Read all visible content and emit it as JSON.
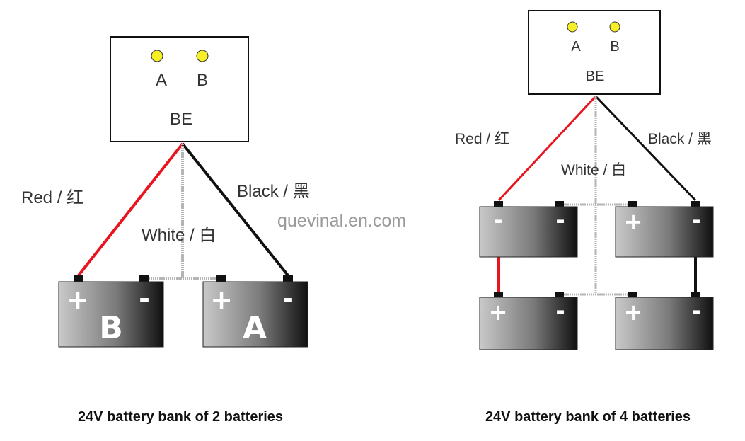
{
  "watermark": "quevinal.en.com",
  "colors": {
    "red_wire": "#e8141e",
    "black_wire": "#111111",
    "white_wire": "#b5b5b5",
    "led": "#f6ee27",
    "battery_light": "#c9c9c9",
    "battery_dark": "#101010"
  },
  "diagram_2": {
    "device": {
      "led_a": "A",
      "led_b": "B",
      "name": "BE"
    },
    "wires": {
      "red": "Red / 红",
      "white": "White / 白",
      "black": "Black / 黑"
    },
    "batteries": [
      {
        "plus": "+",
        "minus": "-",
        "letter": "B"
      },
      {
        "plus": "+",
        "minus": "-",
        "letter": "A"
      }
    ],
    "caption": "24V battery bank of 2 batteries"
  },
  "diagram_4": {
    "device": {
      "led_a": "A",
      "led_b": "B",
      "name": "BE"
    },
    "wires": {
      "red": "Red / 红",
      "white": "White / 白",
      "black": "Black / 黑"
    },
    "batteries_top": [
      {
        "left": "-",
        "right": "-"
      },
      {
        "left": "+",
        "right": "-"
      }
    ],
    "batteries_bottom": [
      {
        "left": "+",
        "right": "-"
      },
      {
        "left": "+",
        "right": "-"
      }
    ],
    "caption": "24V battery bank of 4 batteries"
  }
}
